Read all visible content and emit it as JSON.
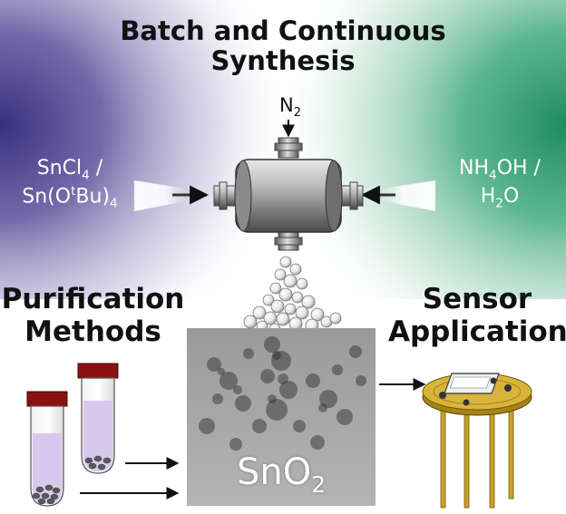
{
  "title": {
    "line1": "Batch and Continuous",
    "line2": "Synthesis"
  },
  "inlet_gas": {
    "base": "N",
    "subscript": "2"
  },
  "reagent_left": {
    "line1_base": "SnCl",
    "line1_sub": "4",
    "line1_tail": " /",
    "line2_pre": "Sn(O",
    "line2_sup": "t",
    "line2_mid": "Bu)",
    "line2_sub": "4"
  },
  "reagent_right": {
    "line1_base": "NH",
    "line1_sub": "4",
    "line1_tail": "OH /",
    "line2_base": "H",
    "line2_sub": "2",
    "line2_tail": "O"
  },
  "left_section": {
    "line1": "Purification",
    "line2": "Methods"
  },
  "right_section": {
    "line1": "Sensor",
    "line2": "Application"
  },
  "product": {
    "base": "SnO",
    "subscript": "2"
  },
  "colors": {
    "left_glow": "#4b3f8c",
    "right_glow": "#2a9a6c",
    "reactor_metal": "#9a9a9a",
    "cap_red": "#8b1212",
    "solution_lilac": "#d9c8ee",
    "sensor_gold": "#c9a227",
    "arrow": "#111111"
  }
}
